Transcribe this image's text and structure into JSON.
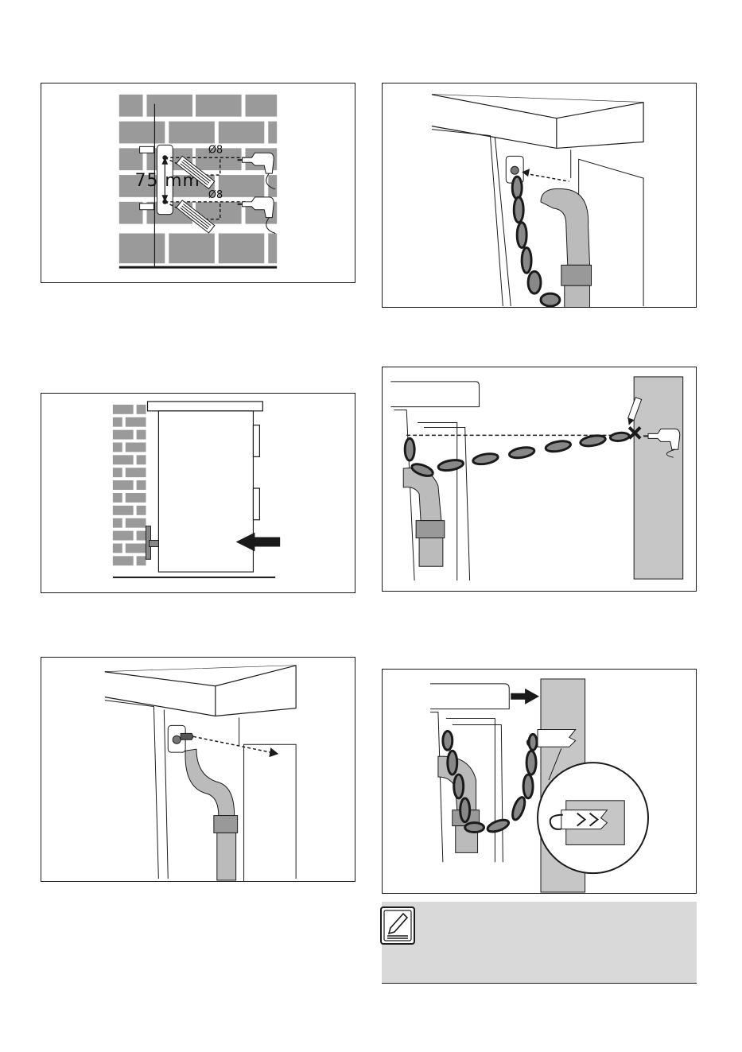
{
  "figures": {
    "wall_drilling": {
      "dimension_label": "75 mm",
      "drill_diameter_top": "Ø8",
      "drill_diameter_bottom": "Ø8"
    }
  },
  "colors": {
    "brick": "#9a9a9a",
    "wall_panel": "#c6c6c6",
    "note_background": "#d9d9d9",
    "line": "#1a1a1a"
  },
  "icons": [
    "drill-icon",
    "pencil-icon",
    "arrow-icon",
    "chain-icon",
    "wall-plug-icon",
    "note-pencil-icon"
  ]
}
